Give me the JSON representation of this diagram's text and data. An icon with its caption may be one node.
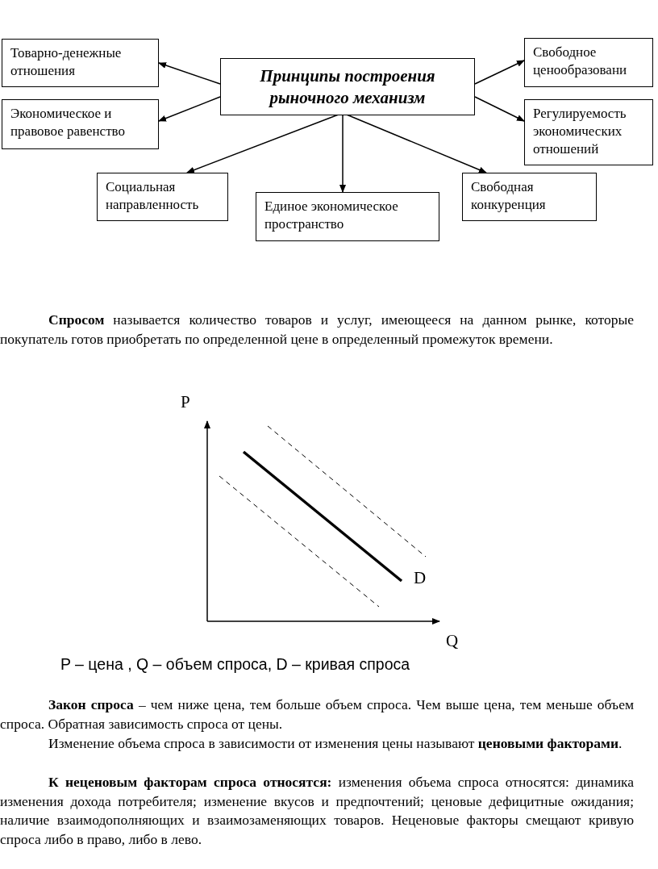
{
  "diagram": {
    "nodes": [
      {
        "text": [
          "Товарно-денежные отношения"
        ]
      },
      {
        "text": [
          "Принципы построения рыночного механизм"
        ]
      },
      {
        "text": [
          "Свободное ценообразовани"
        ]
      },
      {
        "text": [
          "Экономическое и правовое равенство"
        ]
      },
      {
        "text": [
          "Регулируемость экономических отношений"
        ]
      },
      {
        "text": [
          "Социальная направленность"
        ]
      },
      {
        "text": [
          "Единое экономическое пространство"
        ]
      },
      {
        "text": [
          "Свободная конкуренция"
        ]
      }
    ],
    "edges": [
      {
        "from": 1,
        "to": 0,
        "arrow": "to"
      },
      {
        "from": 1,
        "to": 2,
        "arrow": "to"
      },
      {
        "from": 1,
        "to": 3,
        "arrow": "to"
      },
      {
        "from": 1,
        "to": 4,
        "arrow": "to"
      },
      {
        "from": 1,
        "to": 5,
        "arrow": "to"
      },
      {
        "from": 1,
        "to": 6,
        "arrow": "to"
      },
      {
        "from": 1,
        "to": 7,
        "arrow": "to"
      }
    ],
    "labels": [
      "**Спросом** называется количество товаров и услуг, имеющееся на данном рынке, которые покупатель готов приобретать по определенной цене в определенный промежуток времени.",
      "P",
      "D",
      "Q",
      "P – цена , Q – объем спроса, D – кривая спроса",
      "**Закон спроса** – чем ниже цена, тем больше объем спроса. Чем выше цена, тем меньше  объем спроса. Обратная зависимость спроса от цены.",
      "Изменение объема спроса в зависимости от изменения цены называют **ценовыми факторами**.",
      "**К неценовым факторам спроса относятся:** изменения объема спроса относятся: динамика изменения дохода потребителя; изменение вкусов и предпочтений; ценовые дефицитные ожидания;  наличие взаимодополняющих и взаимозаменяющих товаров. Неценовые факторы смещают кривую спроса либо в право, либо в лево."
    ]
  }
}
